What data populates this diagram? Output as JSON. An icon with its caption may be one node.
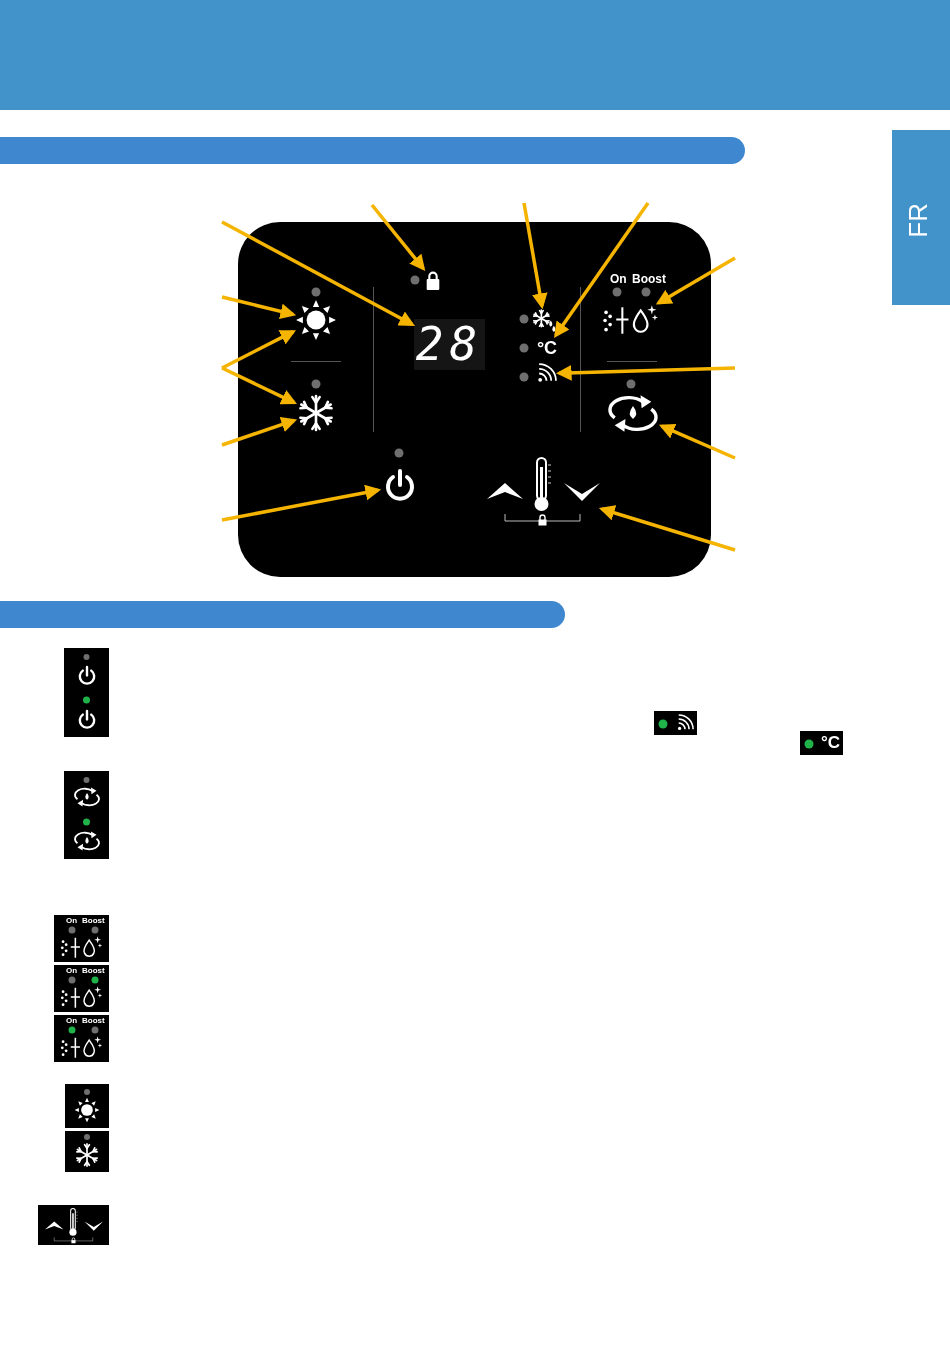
{
  "diagram": {
    "nodes": [
      {
        "text": [
          "28"
        ]
      },
      {
        "text": [],
        "shape": "lock"
      },
      {
        "text": [],
        "shape": "defrost"
      },
      {
        "text": [
          "°C"
        ]
      },
      {
        "text": [],
        "shape": "drop"
      },
      {
        "text": [],
        "shape": "signal"
      },
      {
        "text": [],
        "shape": "sun"
      },
      {
        "text": [],
        "shape": "snowflake"
      },
      {
        "text": [],
        "shape": "power"
      },
      {
        "text": [],
        "shape": "cycle"
      },
      {
        "text": [],
        "shape": "buttons"
      },
      {
        "text": [],
        "shape": "bar"
      },
      {
        "text": [],
        "shape": "bar"
      }
    ],
    "edges": [
      {
        "from": null,
        "to": 0,
        "arrow": "to"
      },
      {
        "from": null,
        "to": 1,
        "arrow": "to"
      },
      {
        "from": null,
        "to": 2,
        "arrow": "to"
      },
      {
        "from": null,
        "to": 3,
        "arrow": "to"
      },
      {
        "from": null,
        "to": 4,
        "arrow": "to"
      },
      {
        "from": null,
        "to": 5,
        "arrow": "to"
      },
      {
        "from": null,
        "to": 6,
        "arrow": "to"
      },
      {
        "from": null,
        "to": 6,
        "arrow": "to"
      },
      {
        "from": null,
        "to": 7,
        "arrow": "to"
      },
      {
        "from": null,
        "to": 7,
        "arrow": "to"
      },
      {
        "from": null,
        "to": 8,
        "arrow": "to"
      },
      {
        "from": null,
        "to": 9,
        "arrow": "to"
      },
      {
        "from": null,
        "to": 10,
        "arrow": "to"
      }
    ],
    "labels": [
      "FR",
      "On",
      "Boost",
      "°C",
      "On",
      "Boost",
      "On",
      "Boost",
      "On",
      "Boost"
    ]
  }
}
